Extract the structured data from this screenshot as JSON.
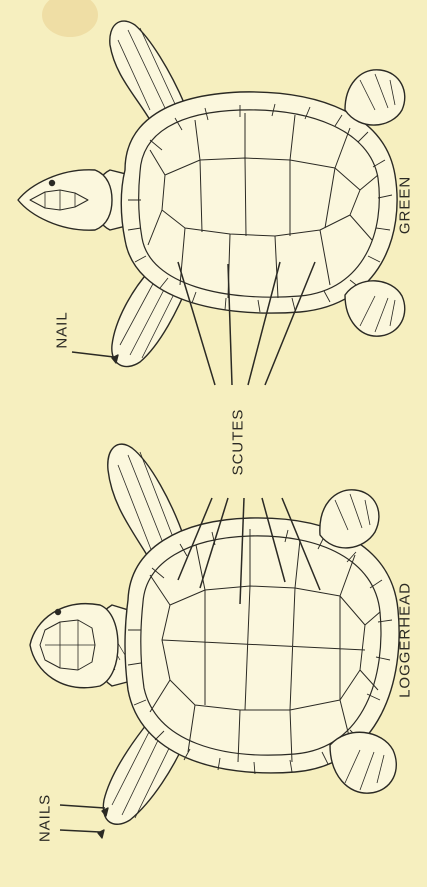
{
  "labels": {
    "nail": "NAIL",
    "nails": "NAILS",
    "scutes": "SCUTES",
    "green": "GREEN",
    "loggerhead": "LOGGERHEAD"
  },
  "colors": {
    "paper": "#f6efbf",
    "ink": "#2b2a24",
    "shell": "#fbf7dd",
    "stain": "#ecd79a"
  }
}
